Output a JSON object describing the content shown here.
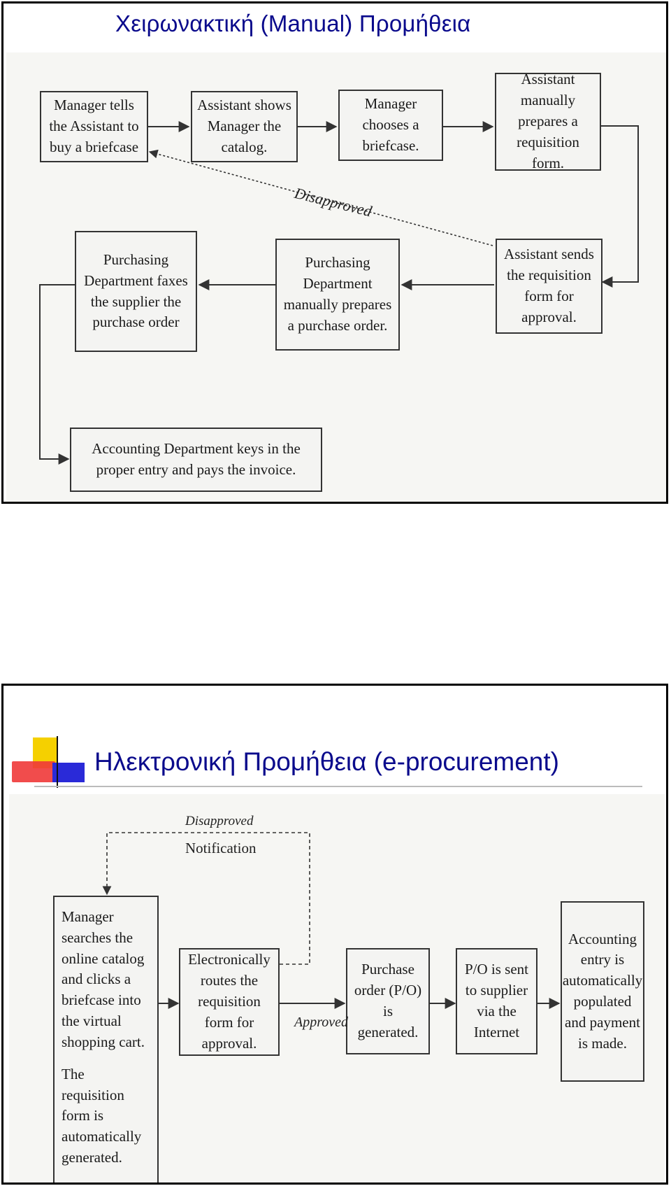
{
  "slide1": {
    "title": "Χειρωνακτική (Manual) Προμήθεια",
    "boxes": {
      "b1": "Manager tells the Assistant to buy a briefcase",
      "b2": "Assistant shows Manager the catalog.",
      "b3": "Manager chooses a briefcase.",
      "b4": "Assistant manually prepares a requisition form.",
      "b5": "Assistant sends the requisition form for approval.",
      "b6": "Purchasing Department manually prepares a purchase order.",
      "b7": "Purchasing Department faxes the supplier the purchase order",
      "b8": "Accounting Department keys in the proper entry and pays the invoice."
    },
    "labels": {
      "disapproved": "Disapproved"
    }
  },
  "slide2": {
    "title": "Ηλεκτρονική Προμήθεια (e-procurement)",
    "boxes": {
      "b1a": "Manager searches the online catalog and clicks a briefcase into the virtual shopping cart.",
      "b1b": "The requisition form is automatically generated.",
      "b2": "Electronically routes the requisition form for approval.",
      "b3": "Purchase order (P/O) is generated.",
      "b4": "P/O is sent to supplier via the Internet",
      "b5": "Accounting entry is automatically populated and payment is made."
    },
    "labels": {
      "disapproved": "Disapproved",
      "notification": "Notification",
      "approved": "Approved"
    }
  },
  "colors": {
    "title": "#0a0a8c",
    "logo_yellow": "#f5d000",
    "logo_red": "#ef3838",
    "logo_blue": "#2a2ad8"
  }
}
